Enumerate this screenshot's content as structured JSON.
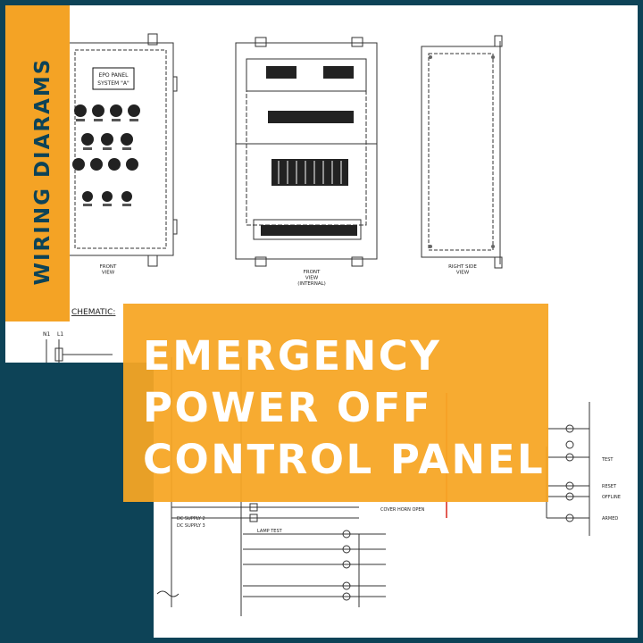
{
  "side_label": "WIRING DIARAMS",
  "title_lines": [
    "EMERGENCY",
    "POWER OFF",
    "CONTROL PANEL"
  ],
  "drawing": {
    "panel_label_lines": [
      "EPO PANEL",
      "SYSTEM \"A\""
    ],
    "view_front": "FRONT\nVIEW",
    "view_internal": "FRONT\nVIEW\n(INTERNAL)",
    "view_side": "RIGHT SIDE\nVIEW",
    "schematic_label": "CHEMATIC:",
    "bus_labels": [
      "N1",
      "L1"
    ],
    "schematic_texts": [
      "DC SUPPLY 2",
      "DC SUPPLY 3",
      "LAMP TEST",
      "COVER HORN OPEN"
    ],
    "status_labels": [
      "TEST",
      "RESET",
      "OFFLINE",
      "ARMED"
    ]
  },
  "colors": {
    "background": "#0d4357",
    "accent": "#f4a325",
    "title_text": "#ffffff",
    "schematic_red": "#d9261c"
  }
}
